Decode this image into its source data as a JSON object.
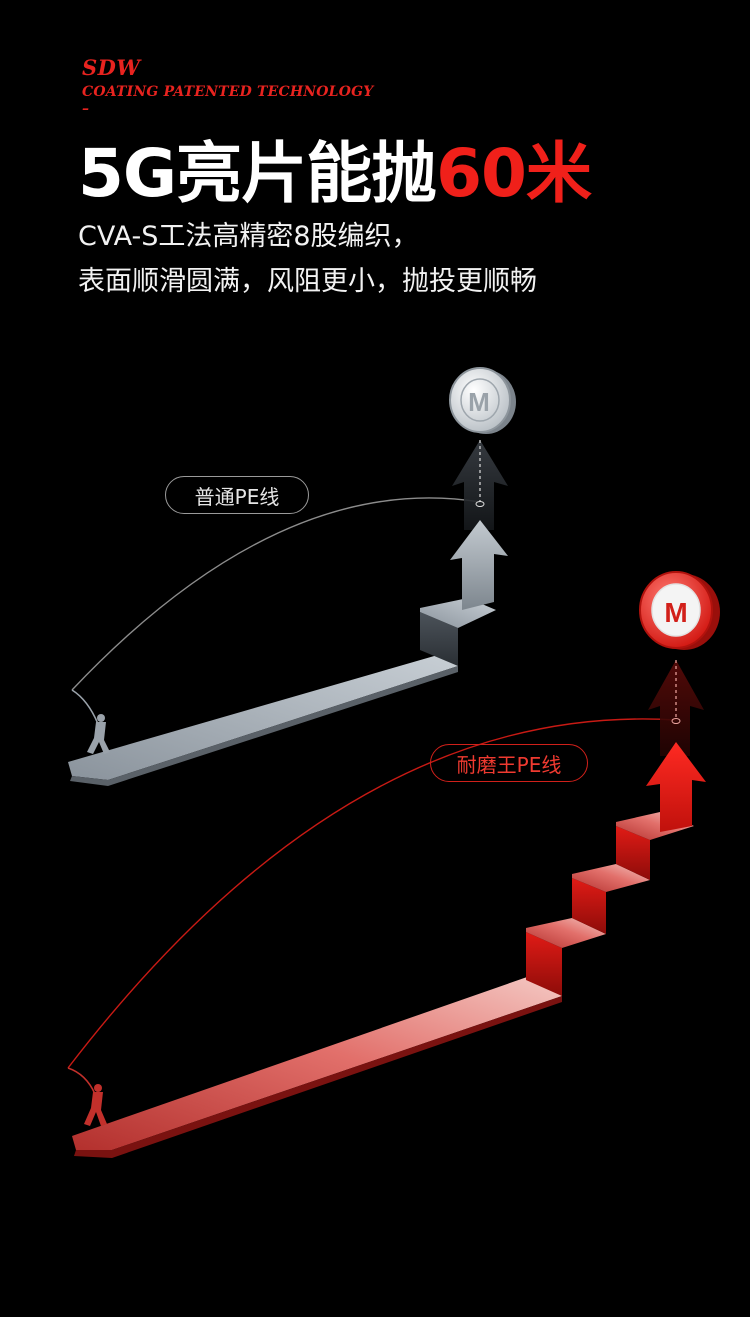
{
  "brand": {
    "name": "SDW",
    "subtitle": "COATING PATENTED TECHNOLOGY",
    "dash": "–"
  },
  "headline": {
    "main": "5G亮片能抛",
    "accent": "60米"
  },
  "description": {
    "line1": "CVA-S工法高精密8股编织，",
    "line2": "表面顺滑圆满，风阻更小，抛投更顺畅"
  },
  "labels": {
    "normal_line": "普通PE线",
    "premium_line": "耐磨王PE线"
  },
  "badges": {
    "normal_letter": "M",
    "premium_letter": "M"
  },
  "colors": {
    "accent_red": "#f0201a",
    "normal_grey": "#a9b1b9",
    "background": "#000000"
  }
}
